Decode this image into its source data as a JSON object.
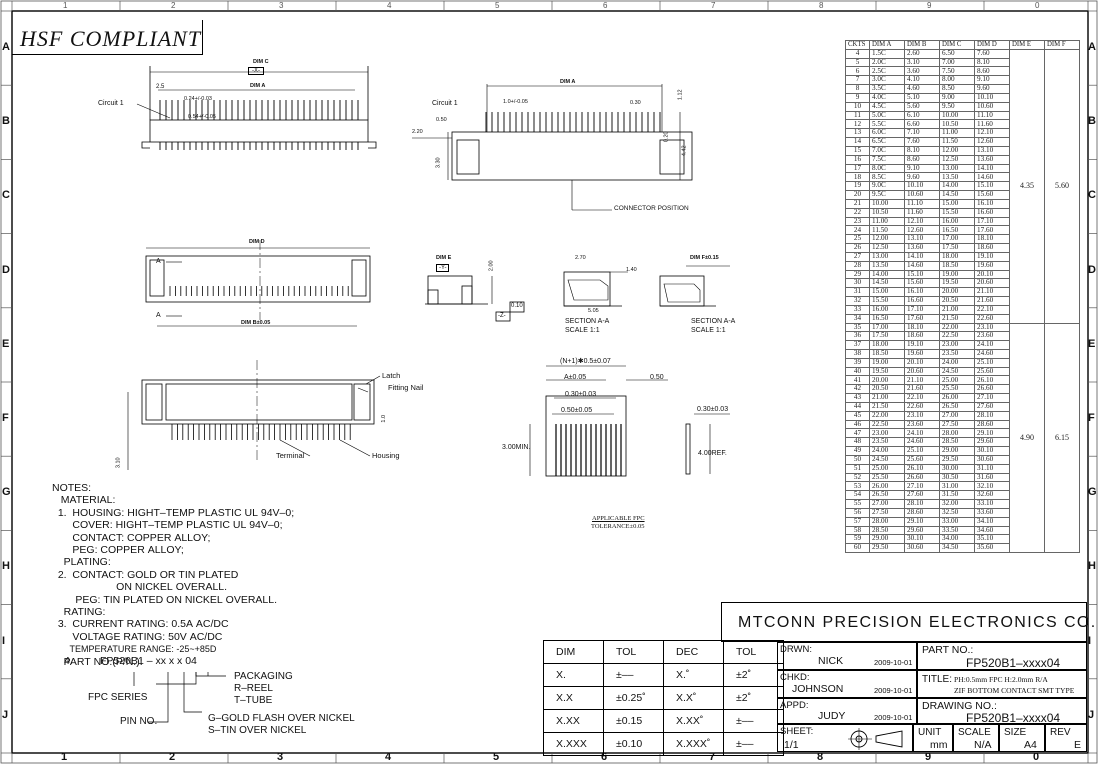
{
  "header": {
    "hsf": "HSF COMPLIANT"
  },
  "zones": {
    "cols": [
      "1",
      "2",
      "3",
      "4",
      "5",
      "6",
      "7",
      "8",
      "9",
      "0"
    ],
    "rows": [
      "A",
      "B",
      "C",
      "D",
      "E",
      "F",
      "G",
      "H",
      "I",
      "J"
    ]
  },
  "top_view": {
    "dim_c": "DIM C",
    "x_box": "-X-",
    "dim_a": "DIM A",
    "circuit": "Circuit 1",
    "d25": "2.5",
    "d024": "0.24+/-0.03",
    "d054": "0.54+/-0.05"
  },
  "side_view": {
    "dim_a": "DIM A",
    "circuit": "Circuit 1",
    "d050": "0.50",
    "d10": "1.0+/-0.05",
    "d030": "0.30",
    "d112": "1.12",
    "d220": "2.20",
    "d020": "0.20",
    "d330": "3.30",
    "d442": "4.42",
    "connector_pos": "CONNECTOR POSITION"
  },
  "front_view": {
    "dim_d": "DIM D",
    "a1": "A",
    "a2": "A",
    "dim_b": "DIM B±0.05"
  },
  "small_view": {
    "dim_e": "DIM E",
    "y_box": "-Y-",
    "d200": "2.00",
    "tol_box": "0.10",
    "z_box": "-Z-"
  },
  "section1": {
    "d270": "2.70",
    "d140": "1.40",
    "d505": "5.05",
    "label": "SECTION A-A",
    "scale": "SCALE  1:1"
  },
  "section2": {
    "dim_f": "DIM F±0.15",
    "label": "SECTION A-A",
    "scale": "SCALE  1:1"
  },
  "bottom_view": {
    "latch": "Latch",
    "nail": "Fitting Nail",
    "terminal": "Terminal",
    "housing": "Housing",
    "d10": "1.0",
    "d310": "3.10"
  },
  "fpc": {
    "n": "(N+1)✱0.5±0.07",
    "a": "A±0.05",
    "d050": "0.50",
    "d030a": "0.30±0.03",
    "d050b": "0.50±0.05",
    "d030b": "0.30±0.03",
    "min": "3.00MIN.",
    "ref": "4.00REF.",
    "applicable": "APPLICABLE FPC",
    "tolerance": "TOLERANCE±0.05"
  },
  "notes": {
    "lines": [
      "NOTES:",
      "   MATERIAL:",
      "  1.  HOUSING: HIGHT–TEMP PLASTIC UL 94V–0;",
      "       COVER: HIGHT–TEMP PLASTIC UL 94V–0;",
      "       CONTACT: COPPER ALLOY;",
      "       PEG: COPPER ALLOY;",
      "    PLATING:",
      "  2.  CONTACT: GOLD OR TIN PLATED",
      "                      ON NICKEL OVERALL.",
      "        PEG: TIN PLATED ON NICKEL OVERALL.",
      "    RATING:",
      "  3.  CURRENT RATING: 0.5A AC/DC",
      "       VOLTAGE RATING: 50V AC/DC",
      "       TEMPERATURE RANGE: -25~+85D",
      "    PART NO.(P/N.):"
    ],
    "pn_num": "4.",
    "pn": "FP520B1 – xx x x 04",
    "packaging": "PACKAGING",
    "reel": "R–REEL",
    "tube": "T–TUBE",
    "fpc_series": "FPC SERIES",
    "pin_no": "PIN NO.",
    "gold": "G–GOLD FLASH OVER NICKEL",
    "tin": "S–TIN OVER NICKEL"
  },
  "ckts_table": {
    "headers": [
      "CKTS",
      "DIM A",
      "DIM B",
      "DIM C",
      "DIM D",
      "DIM E",
      "DIM F"
    ],
    "rows": [
      [
        "4",
        "1.5C",
        "2.60",
        "6.50",
        "7.60"
      ],
      [
        "5",
        "2.0C",
        "3.10",
        "7.00",
        "8.10"
      ],
      [
        "6",
        "2.5C",
        "3.60",
        "7.50",
        "8.60"
      ],
      [
        "7",
        "3.0C",
        "4.10",
        "8.00",
        "9.10"
      ],
      [
        "8",
        "3.5C",
        "4.60",
        "8.50",
        "9.60"
      ],
      [
        "9",
        "4.0C",
        "5.10",
        "9.00",
        "10.10"
      ],
      [
        "10",
        "4.5C",
        "5.60",
        "9.50",
        "10.60"
      ],
      [
        "11",
        "5.0C",
        "6.10",
        "10.00",
        "11.10"
      ],
      [
        "12",
        "5.5C",
        "6.60",
        "10.50",
        "11.60"
      ],
      [
        "13",
        "6.0C",
        "7.10",
        "11.00",
        "12.10"
      ],
      [
        "14",
        "6.5C",
        "7.60",
        "11.50",
        "12.60"
      ],
      [
        "15",
        "7.0C",
        "8.10",
        "12.00",
        "13.10"
      ],
      [
        "16",
        "7.5C",
        "8.60",
        "12.50",
        "13.60"
      ],
      [
        "17",
        "8.0C",
        "9.10",
        "13.00",
        "14.10"
      ],
      [
        "18",
        "8.5C",
        "9.60",
        "13.50",
        "14.60"
      ],
      [
        "19",
        "9.0C",
        "10.10",
        "14.00",
        "15.10"
      ],
      [
        "20",
        "9.5C",
        "10.60",
        "14.50",
        "15.60"
      ],
      [
        "21",
        "10.00",
        "11.10",
        "15.00",
        "16.10"
      ],
      [
        "22",
        "10.50",
        "11.60",
        "15.50",
        "16.60"
      ],
      [
        "23",
        "11.00",
        "12.10",
        "16.00",
        "17.10"
      ],
      [
        "24",
        "11.50",
        "12.60",
        "16.50",
        "17.60"
      ],
      [
        "25",
        "12.00",
        "13.10",
        "17.00",
        "18.10"
      ],
      [
        "26",
        "12.50",
        "13.60",
        "17.50",
        "18.60"
      ],
      [
        "27",
        "13.00",
        "14.10",
        "18.00",
        "19.10"
      ],
      [
        "28",
        "13.50",
        "14.60",
        "18.50",
        "19.60"
      ],
      [
        "29",
        "14.00",
        "15.10",
        "19.00",
        "20.10"
      ],
      [
        "30",
        "14.50",
        "15.60",
        "19.50",
        "20.60"
      ],
      [
        "31",
        "15.00",
        "16.10",
        "20.00",
        "21.10"
      ],
      [
        "32",
        "15.50",
        "16.60",
        "20.50",
        "21.60"
      ],
      [
        "33",
        "16.00",
        "17.10",
        "21.00",
        "22.10"
      ],
      [
        "34",
        "16.50",
        "17.60",
        "21.50",
        "22.60"
      ],
      [
        "35",
        "17.00",
        "18.10",
        "22.00",
        "23.10"
      ],
      [
        "36",
        "17.50",
        "18.60",
        "22.50",
        "23.60"
      ],
      [
        "37",
        "18.00",
        "19.10",
        "23.00",
        "24.10"
      ],
      [
        "38",
        "18.50",
        "19.60",
        "23.50",
        "24.60"
      ],
      [
        "39",
        "19.00",
        "20.10",
        "24.00",
        "25.10"
      ],
      [
        "40",
        "19.50",
        "20.60",
        "24.50",
        "25.60"
      ],
      [
        "41",
        "20.00",
        "21.10",
        "25.00",
        "26.10"
      ],
      [
        "42",
        "20.50",
        "21.60",
        "25.50",
        "26.60"
      ],
      [
        "43",
        "21.00",
        "22.10",
        "26.00",
        "27.10"
      ],
      [
        "44",
        "21.50",
        "22.60",
        "26.50",
        "27.60"
      ],
      [
        "45",
        "22.00",
        "23.10",
        "27.00",
        "28.10"
      ],
      [
        "46",
        "22.50",
        "23.60",
        "27.50",
        "28.60"
      ],
      [
        "47",
        "23.00",
        "24.10",
        "28.00",
        "29.10"
      ],
      [
        "48",
        "23.50",
        "24.60",
        "28.50",
        "29.60"
      ],
      [
        "49",
        "24.00",
        "25.10",
        "29.00",
        "30.10"
      ],
      [
        "50",
        "24.50",
        "25.60",
        "29.50",
        "30.60"
      ],
      [
        "51",
        "25.00",
        "26.10",
        "30.00",
        "31.10"
      ],
      [
        "52",
        "25.50",
        "26.60",
        "30.50",
        "31.60"
      ],
      [
        "53",
        "26.00",
        "27.10",
        "31.00",
        "32.10"
      ],
      [
        "54",
        "26.50",
        "27.60",
        "31.50",
        "32.60"
      ],
      [
        "55",
        "27.00",
        "28.10",
        "32.00",
        "33.10"
      ],
      [
        "56",
        "27.50",
        "28.60",
        "32.50",
        "33.60"
      ],
      [
        "57",
        "28.00",
        "29.10",
        "33.00",
        "34.10"
      ],
      [
        "58",
        "28.50",
        "29.60",
        "33.50",
        "34.60"
      ],
      [
        "59",
        "29.00",
        "30.10",
        "34.00",
        "35.10"
      ],
      [
        "60",
        "29.50",
        "30.60",
        "34.50",
        "35.60"
      ]
    ],
    "groups": [
      {
        "span": 31,
        "e": "4.35",
        "f": "5.60"
      },
      {
        "span": 26,
        "e": "4.90",
        "f": "6.15"
      }
    ]
  },
  "tolerance_table": {
    "rows": [
      [
        "DIM",
        "TOL",
        "DEC",
        "TOL"
      ],
      [
        "X.",
        "±––",
        "X.˚",
        "±2˚"
      ],
      [
        "X.X",
        "±0.25˚",
        "X.X˚",
        "±2˚"
      ],
      [
        "X.XX",
        "±0.15",
        "X.XX˚",
        "±––"
      ],
      [
        "X.XXX",
        "±0.10",
        "X.XXX˚",
        "±––"
      ]
    ]
  },
  "title_block": {
    "company": "MTCONN PRECISION ELECTRONICS CO.,LTD",
    "drwn_label": "DRWN:",
    "drwn_name": "NICK",
    "drwn_date": "2009-10-01",
    "chkd_label": "CHKD:",
    "chkd_name": "JOHNSON",
    "chkd_date": "2009-10-01",
    "appd_label": "APPD:",
    "appd_name": "JUDY",
    "appd_date": "2009-10-01",
    "part_label": "PART NO.:",
    "part_no": "FP520B1–xxxx04",
    "title_label": "TITLE:",
    "title_l1": "PH:0.5mm FPC H:2.0mm R/A",
    "title_l2": "ZIF BOTTOM CONTACT SMT TYPE",
    "drawing_label": "DRAWING NO.:",
    "drawing_no": "FP520B1–xxxx04",
    "sheet_label": "SHEET:",
    "sheet": "1/1",
    "unit_label": "UNIT",
    "unit": "mm",
    "scale_label": "SCALE",
    "scale": "N/A",
    "size_label": "SIZE",
    "size": "A4",
    "rev_label": "REV",
    "rev": "E"
  }
}
